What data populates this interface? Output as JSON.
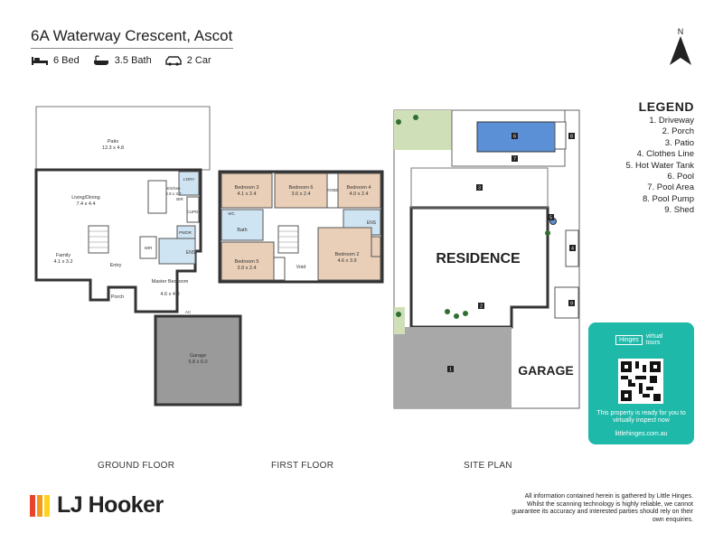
{
  "header": {
    "address": "6A Waterway Crescent, Ascot",
    "beds": "6 Bed",
    "baths": "3.5 Bath",
    "cars": "2 Car"
  },
  "north": "N",
  "legend": {
    "title": "LEGEND",
    "items": [
      "1. Driveway",
      "2. Porch",
      "3. Patio",
      "4. Clothes Line",
      "5. Hot Water Tank",
      "6. Pool",
      "7. Pool Area",
      "8. Pool Pump",
      "9. Shed"
    ]
  },
  "ground_floor": {
    "label": "GROUND FLOOR",
    "patio": {
      "name": "Patio",
      "dims": "12.3 x 4.8"
    },
    "living": {
      "name": "Living/Dining",
      "dims": "7.4 x 4.4"
    },
    "family": {
      "name": "Family",
      "dims": "4.1 x 3.2"
    },
    "kitchen": {
      "name": "Kitchen",
      "dims": "2.9 x 3.7"
    },
    "ldry": "L'DRY",
    "bir": "BIR",
    "cupd": "CUPD",
    "pwdr": "PWDR",
    "ens": "ENS",
    "wir": "WIR",
    "entry": "Entry",
    "porch": "Porch",
    "ac": "AC",
    "master": {
      "name": "Master Bedroom",
      "dims": "4.6 x 4.0"
    },
    "garage": {
      "name": "Garage",
      "dims": "5.8 x 6.0"
    }
  },
  "first_floor": {
    "label": "FIRST FLOOR",
    "bed3": {
      "name": "Bedroom 3",
      "dims": "4.1 x 2.4"
    },
    "bed6": {
      "name": "Bedroom 6",
      "dims": "3.6 x 2.4"
    },
    "bed4": {
      "name": "Bedroom 4",
      "dims": "4.0 x 2.4"
    },
    "bed5": {
      "name": "Bedroom 5",
      "dims": "3.9 x 2.4"
    },
    "bed2": {
      "name": "Bedroom 2",
      "dims": "4.6 x 3.9"
    },
    "bath": "Bath",
    "wc": "WC",
    "ens": "ENS",
    "void": "Void",
    "robe": "ROBE"
  },
  "site_plan": {
    "label": "SITE PLAN",
    "residence": "RESIDENCE",
    "garage": "GARAGE",
    "markers": [
      "1",
      "2",
      "3",
      "4",
      "5",
      "6",
      "7",
      "8",
      "9"
    ]
  },
  "virtual_tours": {
    "brand": "Hinges",
    "brand_line1": "virtual",
    "brand_line2": "tours",
    "message": "This property is ready for you to virtually inspect now",
    "url": "littlehinges.com.au"
  },
  "agency": {
    "name": "LJ Hooker",
    "colors": [
      "#e8452c",
      "#f39a1e",
      "#ffd21e"
    ]
  },
  "disclaimer": "All information contained herein is gathered by Little Hinges. Whilst the scanning technology is highly reliable, we cannot guarantee its accuracy and interested parties should rely on their own enquiries.",
  "colors": {
    "bedroom": "#e9cfb8",
    "wet_area": "#cfe4f2",
    "garage": "#9a9a9a",
    "pool": "#5b8fd6",
    "grass": "#cfe0b8",
    "driveway": "#a8a8a8",
    "card": "#1fb9a9"
  }
}
